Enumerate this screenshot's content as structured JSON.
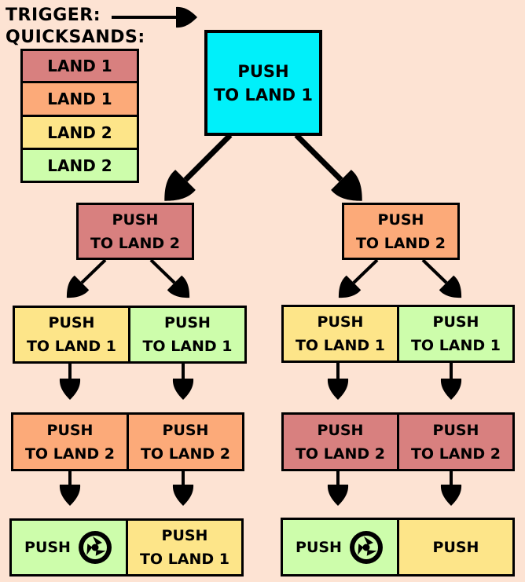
{
  "colors": {
    "background": "#fde3d3",
    "cyan": "#00f0fa",
    "rose": "#d8807f",
    "orange": "#fcaa79",
    "yellow": "#fde589",
    "green": "#cdfdab"
  },
  "header": {
    "trigger_label": "TRIGGER:",
    "quicksands_label": "QUICKSANDS:"
  },
  "legend": [
    {
      "label": "LAND 1",
      "color": "#d8807f"
    },
    {
      "label": "LAND 1",
      "color": "#fcaa79"
    },
    {
      "label": "LAND 2",
      "color": "#fde589"
    },
    {
      "label": "LAND 2",
      "color": "#cdfdab"
    }
  ],
  "root": {
    "line1": "PUSH",
    "line2": "TO LAND 1"
  },
  "left": {
    "l2": {
      "line1": "PUSH",
      "line2": "TO LAND 2"
    },
    "l3a": {
      "line1": "PUSH",
      "line2": "TO LAND 1"
    },
    "l3b": {
      "line1": "PUSH",
      "line2": "TO LAND 1"
    },
    "l4a": {
      "line1": "PUSH",
      "line2": "TO LAND 2"
    },
    "l4b": {
      "line1": "PUSH",
      "line2": "TO LAND 2"
    },
    "l5a": {
      "line1": "PUSH"
    },
    "l5b": {
      "line1": "PUSH",
      "line2": "TO LAND 1"
    }
  },
  "right": {
    "l2": {
      "line1": "PUSH",
      "line2": "TO LAND 2"
    },
    "l3a": {
      "line1": "PUSH",
      "line2": "TO LAND 1"
    },
    "l3b": {
      "line1": "PUSH",
      "line2": "TO LAND 1"
    },
    "l4a": {
      "line1": "PUSH",
      "line2": "TO LAND 2"
    },
    "l4b": {
      "line1": "PUSH",
      "line2": "TO LAND 2"
    },
    "l5a": {
      "line1": "PUSH"
    },
    "l5b": {
      "line1": "PUSH"
    }
  },
  "icons": [
    "triskelion-icon",
    "triskelion-icon"
  ]
}
